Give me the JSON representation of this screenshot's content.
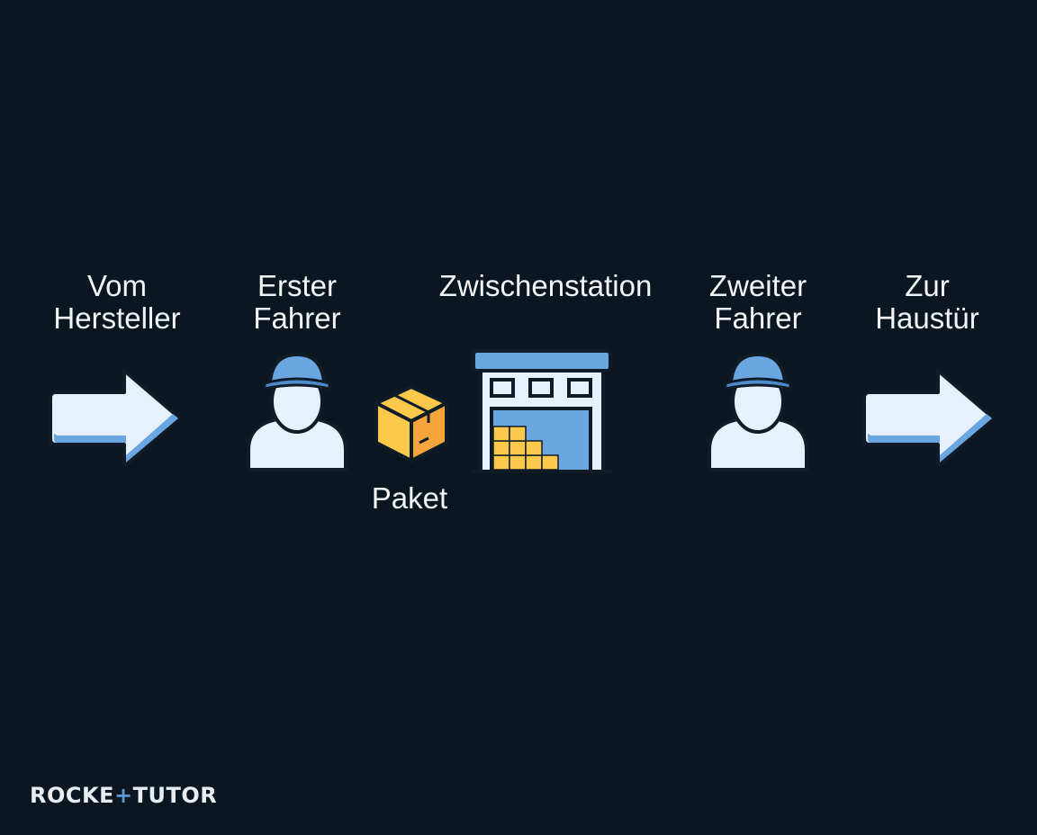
{
  "colors": {
    "background": "#0b1620",
    "text": "#f2f5f8",
    "accent_blue": "#6aa6e0",
    "light_fill": "#e6f1fb",
    "box_orange": "#f5a53a",
    "box_yellow": "#fcc94a"
  },
  "steps": [
    {
      "line1": "Vom",
      "line2": "Hersteller",
      "icon": "arrow-right-icon"
    },
    {
      "line1": "Erster",
      "line2": "Fahrer",
      "icon": "driver-icon"
    },
    {
      "line1": "Zwischenstation",
      "line2": "",
      "icon": "warehouse-icon"
    },
    {
      "line1": "Zweiter",
      "line2": "Fahrer",
      "icon": "driver-icon"
    },
    {
      "line1": "Zur",
      "line2": "Haustür",
      "icon": "arrow-right-icon"
    }
  ],
  "package": {
    "label": "Paket",
    "icon": "package-icon"
  },
  "brand": {
    "text_left": "ROCKE",
    "text_plus": "+",
    "text_right": "TUTOR"
  }
}
